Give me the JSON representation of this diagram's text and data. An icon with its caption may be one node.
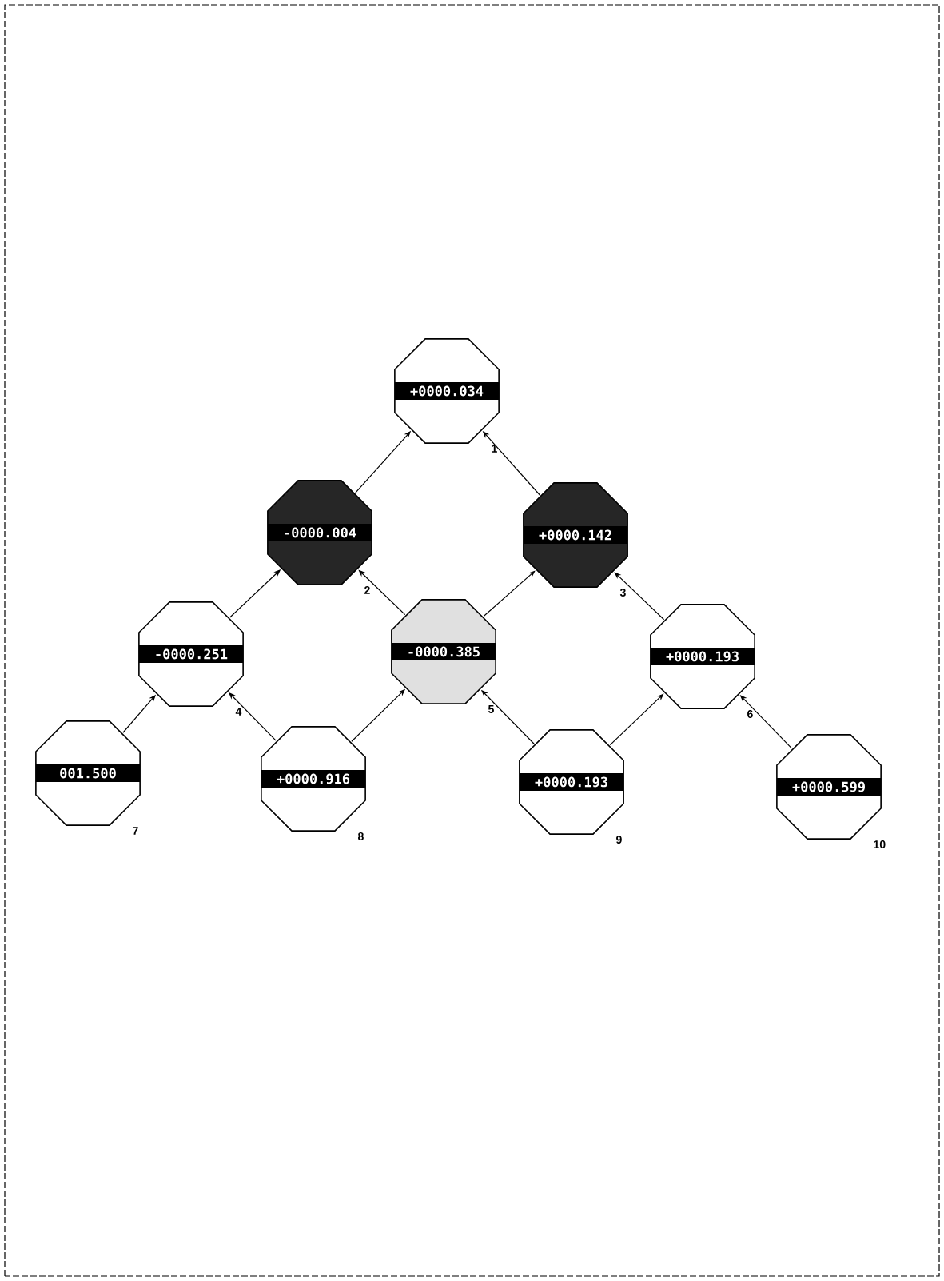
{
  "diagram": {
    "nodes": [
      {
        "text": [
          "+0000.034"
        ],
        "beside": [
          "1"
        ]
      },
      {
        "text": [
          "-0000.004"
        ],
        "beside": [
          "2"
        ]
      },
      {
        "text": [
          "+0000.142"
        ],
        "beside": [
          "3"
        ]
      },
      {
        "text": [
          "-0000.251"
        ],
        "beside": [
          "4"
        ]
      },
      {
        "text": [
          "-0000.385"
        ],
        "beside": [
          "5"
        ]
      },
      {
        "text": [
          "+0000.193"
        ],
        "beside": [
          "6"
        ]
      },
      {
        "text": [
          "001.500"
        ],
        "beside": [
          "7"
        ]
      },
      {
        "text": [
          "+0000.916"
        ],
        "beside": [
          "8"
        ]
      },
      {
        "text": [
          "+0000.193"
        ],
        "beside": [
          "9"
        ]
      },
      {
        "text": [
          "+0000.599"
        ],
        "beside": [
          "10"
        ]
      }
    ],
    "edges": [
      {
        "from": 1,
        "to": 0,
        "arrow": "to"
      },
      {
        "from": 2,
        "to": 0,
        "arrow": "to"
      },
      {
        "from": 3,
        "to": 1,
        "arrow": "to"
      },
      {
        "from": 4,
        "to": 1,
        "arrow": "to"
      },
      {
        "from": 4,
        "to": 2,
        "arrow": "to"
      },
      {
        "from": 5,
        "to": 2,
        "arrow": "to"
      },
      {
        "from": 6,
        "to": 3,
        "arrow": "to"
      },
      {
        "from": 7,
        "to": 3,
        "arrow": "to"
      },
      {
        "from": 7,
        "to": 4,
        "arrow": "to"
      },
      {
        "from": 8,
        "to": 4,
        "arrow": "to"
      },
      {
        "from": 8,
        "to": 5,
        "arrow": "to"
      },
      {
        "from": 9,
        "to": 5,
        "arrow": "to"
      }
    ]
  }
}
